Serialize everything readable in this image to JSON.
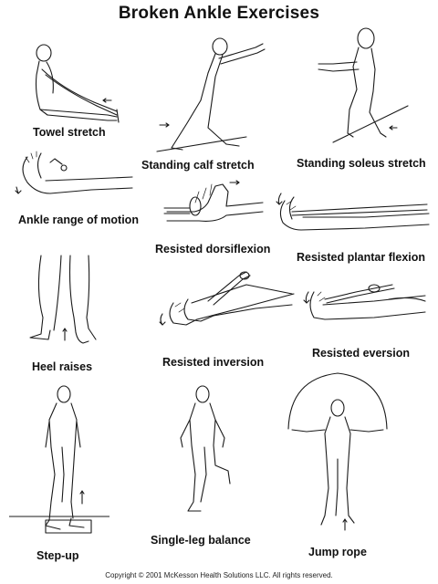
{
  "title": "Broken Ankle Exercises",
  "exercises": [
    {
      "label": "Towel stretch",
      "icon": "towel-stretch-illustration"
    },
    {
      "label": "Standing calf stretch",
      "icon": "standing-calf-stretch-illustration"
    },
    {
      "label": "Standing soleus stretch",
      "icon": "standing-soleus-stretch-illustration"
    },
    {
      "label": "Ankle range of motion",
      "icon": "ankle-range-of-motion-illustration"
    },
    {
      "label": "Resisted dorsiflexion",
      "icon": "resisted-dorsiflexion-illustration"
    },
    {
      "label": "Resisted plantar flexion",
      "icon": "resisted-plantar-flexion-illustration"
    },
    {
      "label": "Heel raises",
      "icon": "heel-raises-illustration"
    },
    {
      "label": "Resisted inversion",
      "icon": "resisted-inversion-illustration"
    },
    {
      "label": "Resisted eversion",
      "icon": "resisted-eversion-illustration"
    },
    {
      "label": "Step-up",
      "icon": "step-up-illustration"
    },
    {
      "label": "Single-leg balance",
      "icon": "single-leg-balance-illustration"
    },
    {
      "label": "Jump rope",
      "icon": "jump-rope-illustration"
    }
  ],
  "copyright": "Copyright © 2001 McKesson Health Solutions LLC.  All rights reserved."
}
